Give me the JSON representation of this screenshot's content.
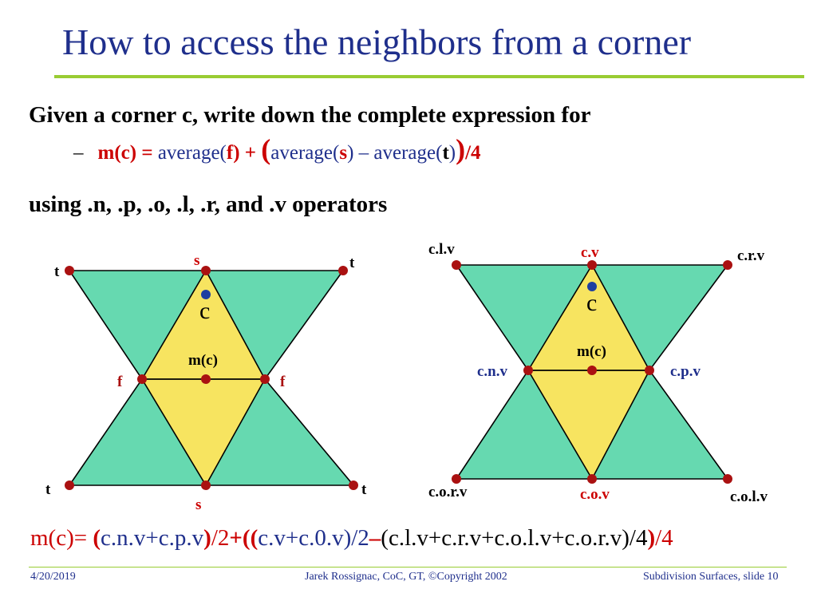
{
  "slide": {
    "title": "How to access the neighbors from a corner",
    "line1": "Given a corner c, write down the complete expression for",
    "bullet": {
      "dash": "–",
      "m": "m(c) =",
      "avg1": " average(",
      "f": "f",
      "close_plus": ") + ",
      "open_paren": "(",
      "avg2": "average(",
      "s": "s",
      "minus_avg": ") – average(",
      "t": "t",
      "close": ")",
      "big_close": ")",
      "div4": "/4"
    },
    "line2": "using .n, .p, .o, .l, .r, and  .v operators"
  },
  "left_diagram": {
    "labels": {
      "t_tl": "t",
      "s_top": "s",
      "t_tr": "t",
      "c": "c",
      "mc": "m(c)",
      "f_left": "f",
      "f_right": "f",
      "t_bl": "t",
      "s_bottom": "s",
      "t_br": "t"
    }
  },
  "right_diagram": {
    "labels": {
      "clv": "c.l.v",
      "cv": "c.v",
      "crv": "c.r.v",
      "c": "c",
      "mc": "m(c)",
      "cnv": "c.n.v",
      "cpv": "c.p.v",
      "corv": "c.o.r.v",
      "cov": "c.o.v",
      "colv": "c.o.l.v"
    }
  },
  "formula": {
    "part1": "m(c)= ",
    "p1": "(",
    "part2": "c.n.v+c.p.v",
    "p2": ")",
    "part3": "/2",
    "plus": "+",
    "p3": "((",
    "part4": "c.v+c.0.v)/2",
    "minus": "–",
    "part5": "(c.l.v+c.r.v+c.o.l.v+c.o.r.v)/4",
    "p4": ")",
    "part6": "/4"
  },
  "footer": {
    "date": "4/20/2019",
    "author": "Jarek Rossignac, CoC, GT, ©Copyright 2002",
    "slide": "Subdivision Surfaces, slide 10"
  },
  "colors": {
    "title": "#1f2f8c",
    "accent_rule": "#99cc33",
    "green_fill": "#66d9b0",
    "yellow_fill": "#f7e460",
    "vertex": "#aa1111",
    "corner_dot": "#1f3fa0",
    "highlight": "#cc0000"
  }
}
